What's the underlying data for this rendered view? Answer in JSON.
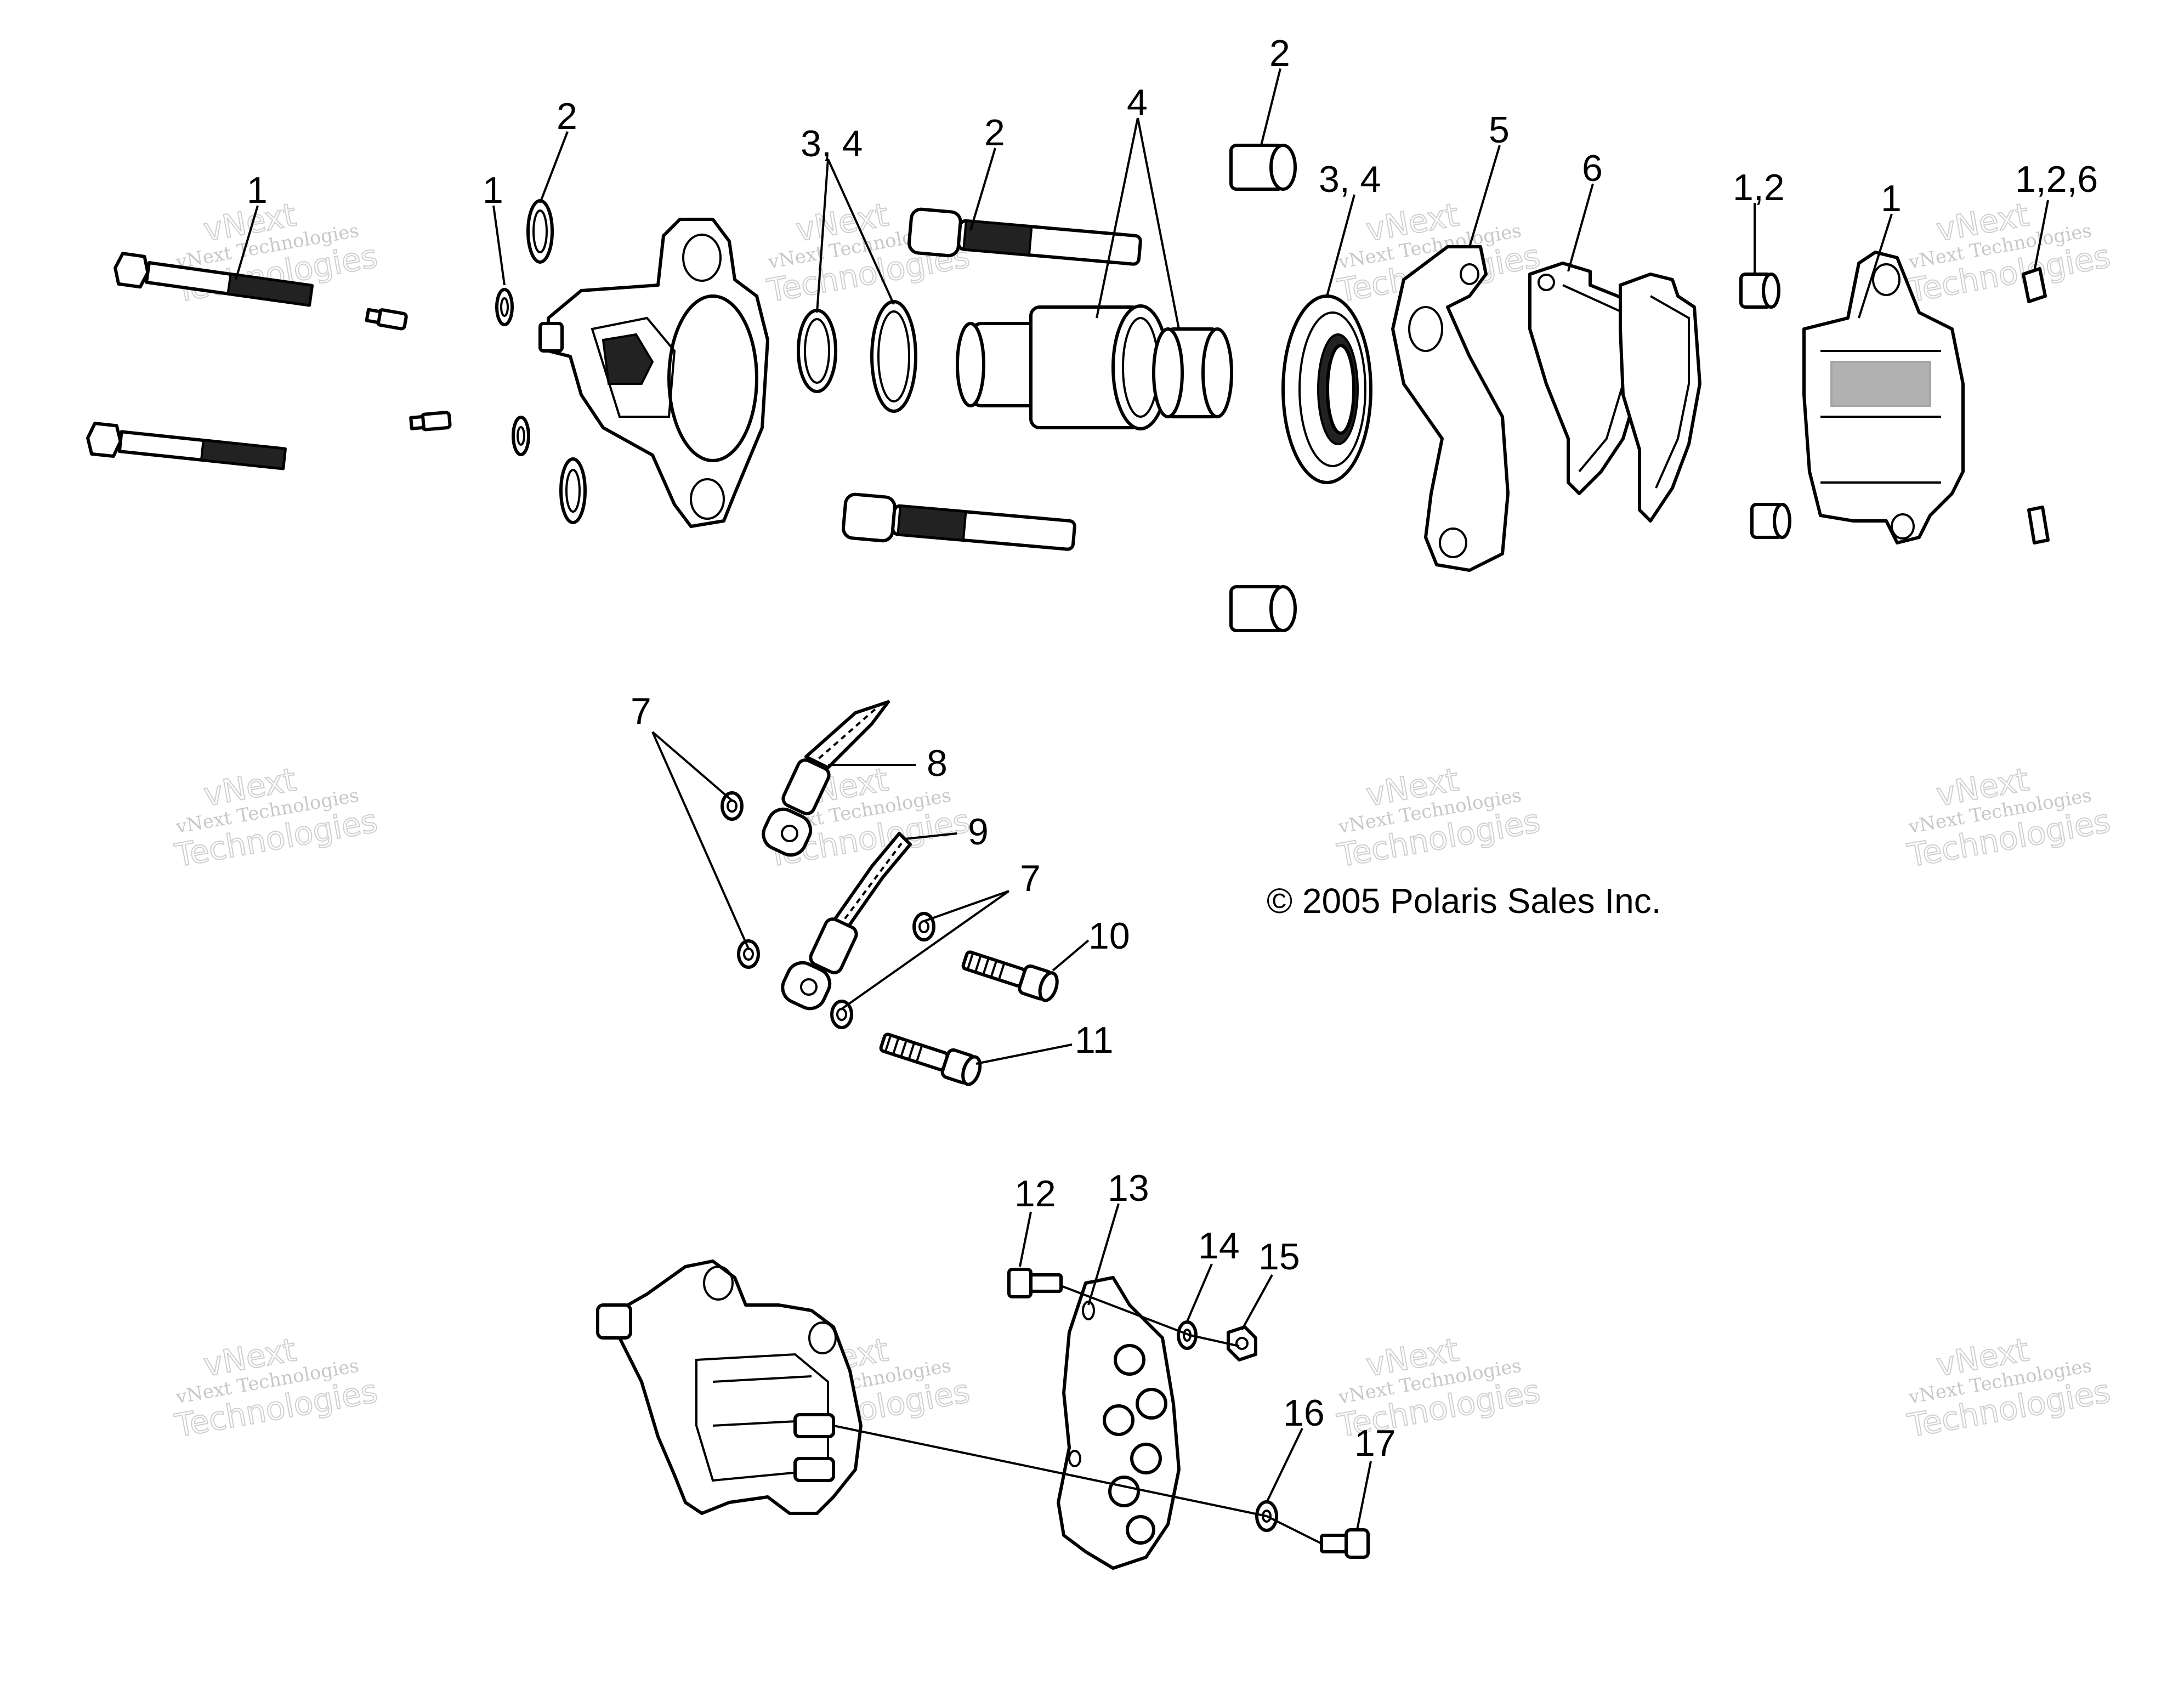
{
  "copyright": "© 2005 Polaris Sales Inc.",
  "watermark": {
    "brand": "vNext",
    "line1": "vNext Technologies",
    "line2": "Technologies"
  },
  "callouts": [
    {
      "id": "c1a",
      "text": "1"
    },
    {
      "id": "c1b",
      "text": "1"
    },
    {
      "id": "c2a",
      "text": "2"
    },
    {
      "id": "c34a",
      "text": "3, 4"
    },
    {
      "id": "c2b",
      "text": "2"
    },
    {
      "id": "c4",
      "text": "4"
    },
    {
      "id": "c2c",
      "text": "2"
    },
    {
      "id": "c34b",
      "text": "3, 4"
    },
    {
      "id": "c5",
      "text": "5"
    },
    {
      "id": "c6",
      "text": "6"
    },
    {
      "id": "c12a",
      "text": "1,2"
    },
    {
      "id": "c1c",
      "text": "1"
    },
    {
      "id": "c126",
      "text": "1,2,6"
    },
    {
      "id": "c7a",
      "text": "7"
    },
    {
      "id": "c8",
      "text": "8"
    },
    {
      "id": "c9",
      "text": "9"
    },
    {
      "id": "c7b",
      "text": "7"
    },
    {
      "id": "c10",
      "text": "10"
    },
    {
      "id": "c11",
      "text": "11"
    },
    {
      "id": "c12",
      "text": "12"
    },
    {
      "id": "c13",
      "text": "13"
    },
    {
      "id": "c14",
      "text": "14"
    },
    {
      "id": "c15",
      "text": "15"
    },
    {
      "id": "c16",
      "text": "16"
    },
    {
      "id": "c17",
      "text": "17"
    }
  ]
}
